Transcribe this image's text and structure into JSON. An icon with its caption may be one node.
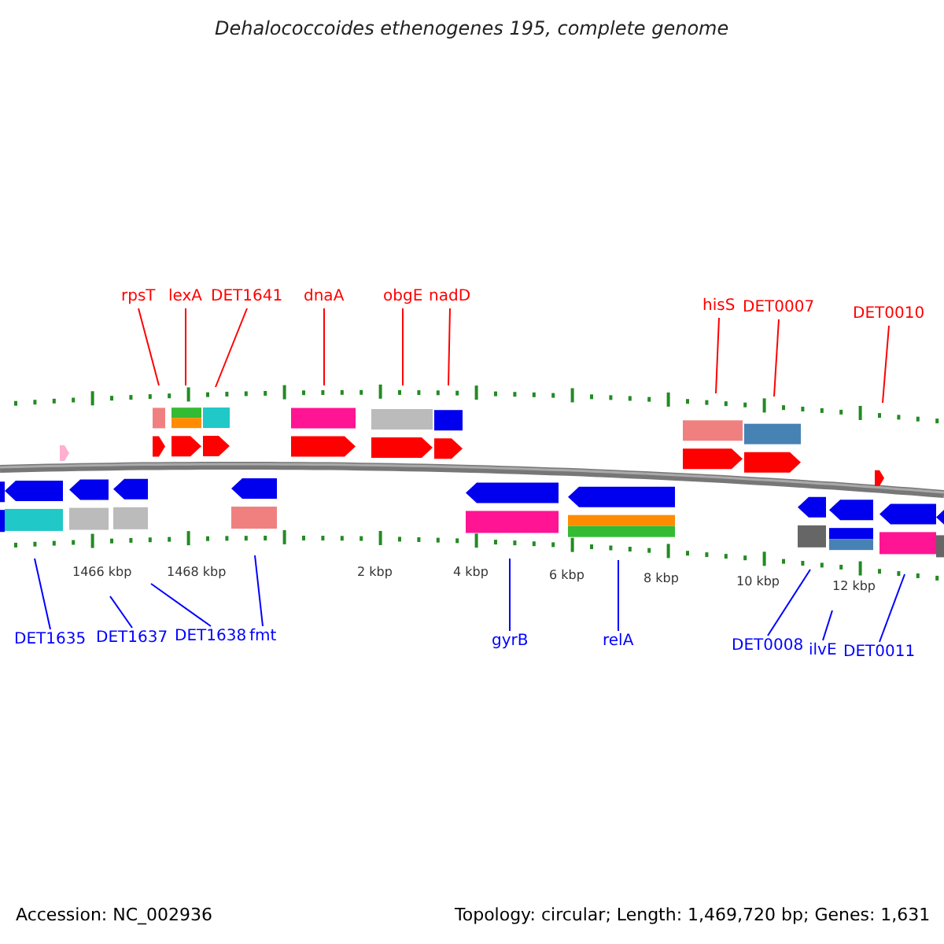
{
  "diagram": {
    "title": "Dehalococcoides ethenogenes 195, complete genome",
    "nodes": [
      {
        "text": [
          "rpsT"
        ]
      },
      {
        "text": [
          "lexA"
        ]
      },
      {
        "text": [
          "DET1641"
        ]
      },
      {
        "text": [
          "dnaA"
        ]
      },
      {
        "text": [
          "obgE"
        ]
      },
      {
        "text": [
          "nadD"
        ]
      },
      {
        "text": [
          "hisS"
        ]
      },
      {
        "text": [
          "DET0007"
        ]
      },
      {
        "text": [
          "DET0010"
        ]
      },
      {
        "text": [
          "DET1635"
        ]
      },
      {
        "text": [
          "DET1637"
        ]
      },
      {
        "text": [
          "DET1638"
        ]
      },
      {
        "text": [
          "fmt"
        ]
      },
      {
        "text": [
          "gyrB"
        ]
      },
      {
        "text": [
          "relA"
        ]
      },
      {
        "text": [
          "DET0008"
        ]
      },
      {
        "text": [
          "ilvE"
        ]
      },
      {
        "text": [
          "DET0011"
        ]
      }
    ],
    "edges": [
      {
        "from": 0,
        "to": null,
        "arrow": "none"
      },
      {
        "from": 1,
        "to": null,
        "arrow": "none"
      },
      {
        "from": 2,
        "to": null,
        "arrow": "none"
      },
      {
        "from": 3,
        "to": null,
        "arrow": "none"
      },
      {
        "from": 4,
        "to": null,
        "arrow": "none"
      },
      {
        "from": 5,
        "to": null,
        "arrow": "none"
      },
      {
        "from": 6,
        "to": null,
        "arrow": "none"
      },
      {
        "from": 7,
        "to": null,
        "arrow": "none"
      },
      {
        "from": 8,
        "to": null,
        "arrow": "none"
      },
      {
        "from": 9,
        "to": null,
        "arrow": "none",
        "color": "#0000ff"
      },
      {
        "from": 10,
        "to": null,
        "arrow": "none",
        "color": "#0000ff"
      },
      {
        "from": 11,
        "to": null,
        "arrow": "none",
        "color": "#0000ff"
      },
      {
        "from": 12,
        "to": null,
        "arrow": "none",
        "color": "#0000ff"
      },
      {
        "from": 13,
        "to": null,
        "arrow": "none",
        "color": "#0000ff"
      },
      {
        "from": 14,
        "to": null,
        "arrow": "none",
        "color": "#0000ff"
      },
      {
        "from": 15,
        "to": null,
        "arrow": "none",
        "color": "#0000ff"
      },
      {
        "from": 16,
        "to": null,
        "arrow": "none",
        "color": "#0000ff"
      },
      {
        "from": 17,
        "to": null,
        "arrow": "none",
        "color": "#0000ff"
      }
    ],
    "labels": [
      "1466 kbp",
      "1468 kbp",
      "2 kbp",
      "4 kbp",
      "6 kbp",
      "8 kbp",
      "10 kbp",
      "12 kbp",
      "Accession: NC_002936",
      "Topology: circular; Length: 1,469,720 bp; Genes: 1,631"
    ]
  }
}
